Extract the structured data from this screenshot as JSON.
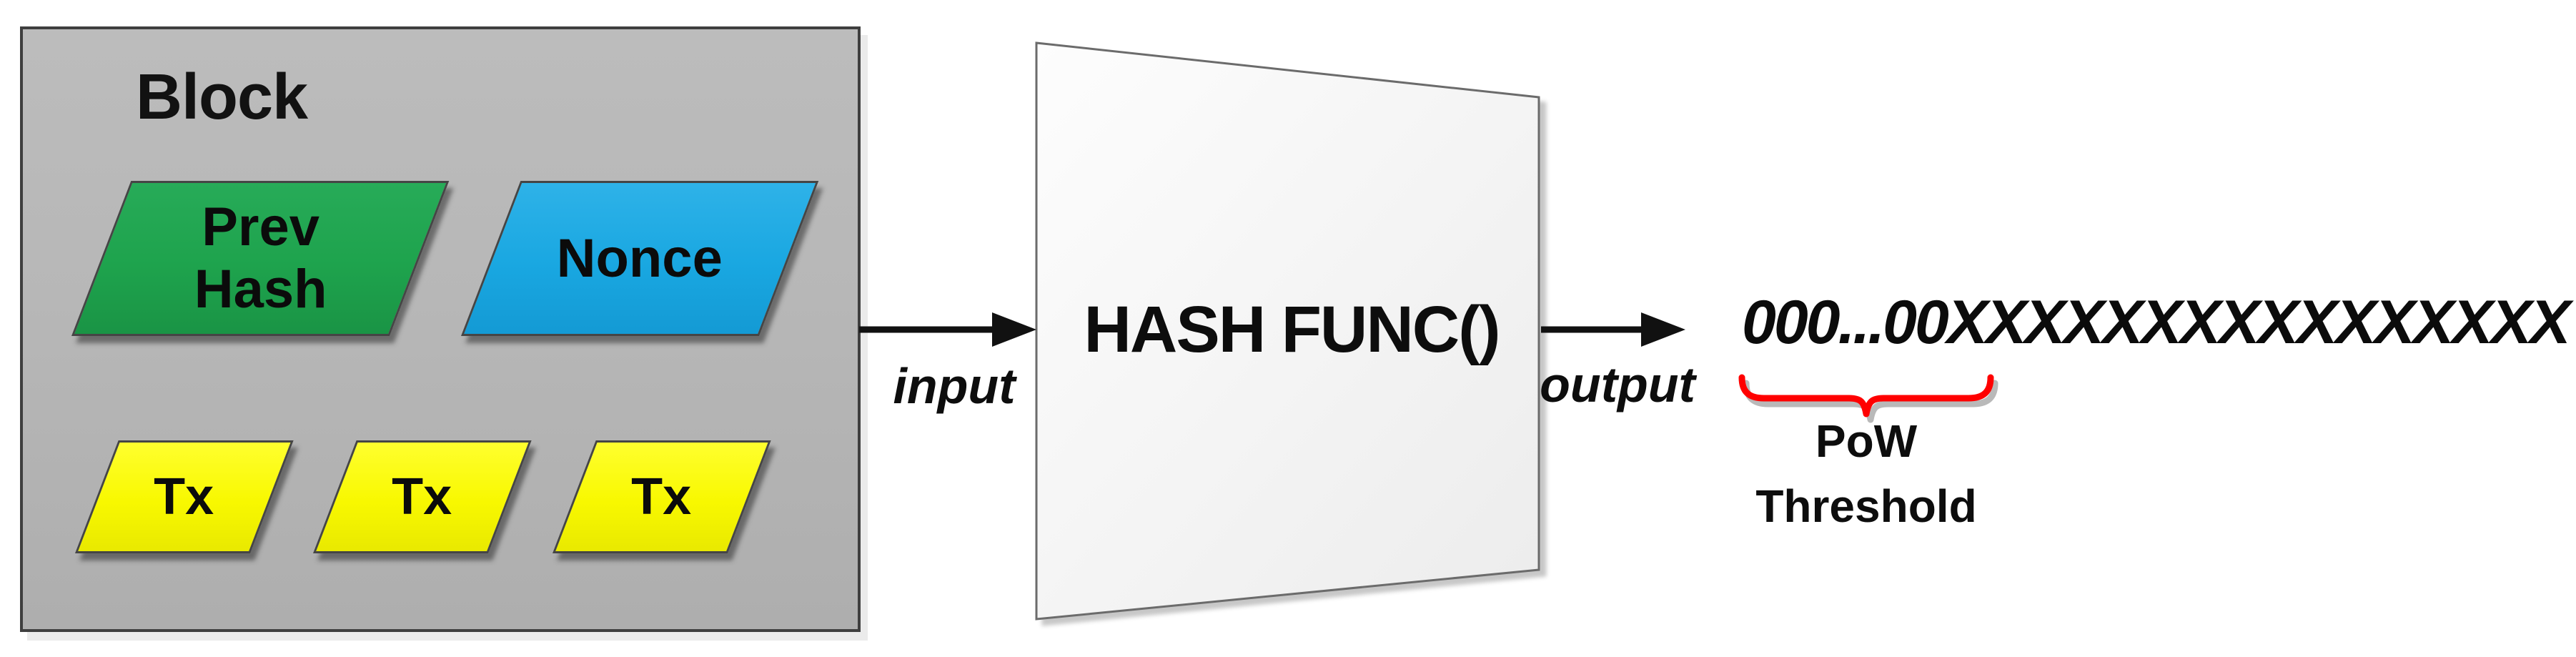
{
  "diagram": {
    "block": {
      "title": "Block",
      "prev_hash_line1": "Prev",
      "prev_hash_line2": "Hash",
      "nonce_label": "Nonce",
      "tx_labels": [
        "Tx",
        "Tx",
        "Tx"
      ]
    },
    "hash_function": {
      "label": "HASH FUNC()"
    },
    "flow": {
      "input_label": "input",
      "output_label": "output"
    },
    "output": {
      "hash_text": "000...00XXXXXXXXXXXXXXXX",
      "brace_label_line1": "PoW",
      "brace_label_line2": "Threshold"
    }
  },
  "colors": {
    "prev-hash-fill": "#1ea34d",
    "nonce-fill": "#19a7e1",
    "tx-fill": "#f8f800",
    "block-fill": "#b7b7b7",
    "block-border": "#3f3f3f",
    "shape-border": "#454545",
    "trapezoid-fill-light": "#fdfdfd",
    "trapezoid-fill-dark": "#ececec",
    "trapezoid-border": "#6b6b6b",
    "arrow-color": "#111111",
    "text-color": "#121212",
    "brace-color": "#ff0000"
  }
}
